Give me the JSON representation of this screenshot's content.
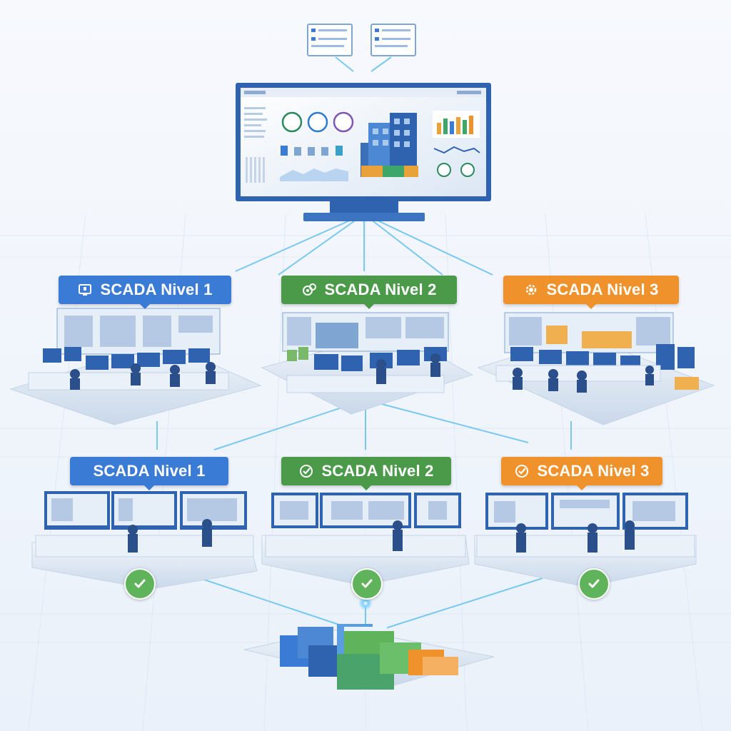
{
  "colors": {
    "blue": "#3a7bd5",
    "green": "#4a9a4a",
    "orange": "#f0922c",
    "check_green": "#5fb35a",
    "link_line": "#6cc4ee",
    "background": "#f3f7fc"
  },
  "upper_tier": [
    {
      "label": "SCADA Nivel 1",
      "color": "#3a7bd5",
      "icon": "monitor-icon"
    },
    {
      "label": "SCADA Nivel 2",
      "color": "#4a9a4a",
      "icon": "gears-icon"
    },
    {
      "label": "SCADA Nivel 3",
      "color": "#f0922c",
      "icon": "gear-icon"
    }
  ],
  "lower_tier": [
    {
      "label": "SCADA Nivel 1",
      "color": "#3a7bd5",
      "icon": "",
      "status_icon": "check-icon"
    },
    {
      "label": "SCADA Nivel 2",
      "color": "#4a9a4a",
      "icon": "check-circle-icon",
      "status_icon": "check-icon"
    },
    {
      "label": "SCADA Nivel 3",
      "color": "#f0922c",
      "icon": "check-circle-icon",
      "status_icon": "check-icon"
    }
  ],
  "top": {
    "monitor_icon": "central-dashboard-monitor",
    "nodes": [
      "panel-node-icon",
      "panel-node-icon"
    ]
  },
  "bottom": {
    "icon": "database-servers-icon"
  }
}
